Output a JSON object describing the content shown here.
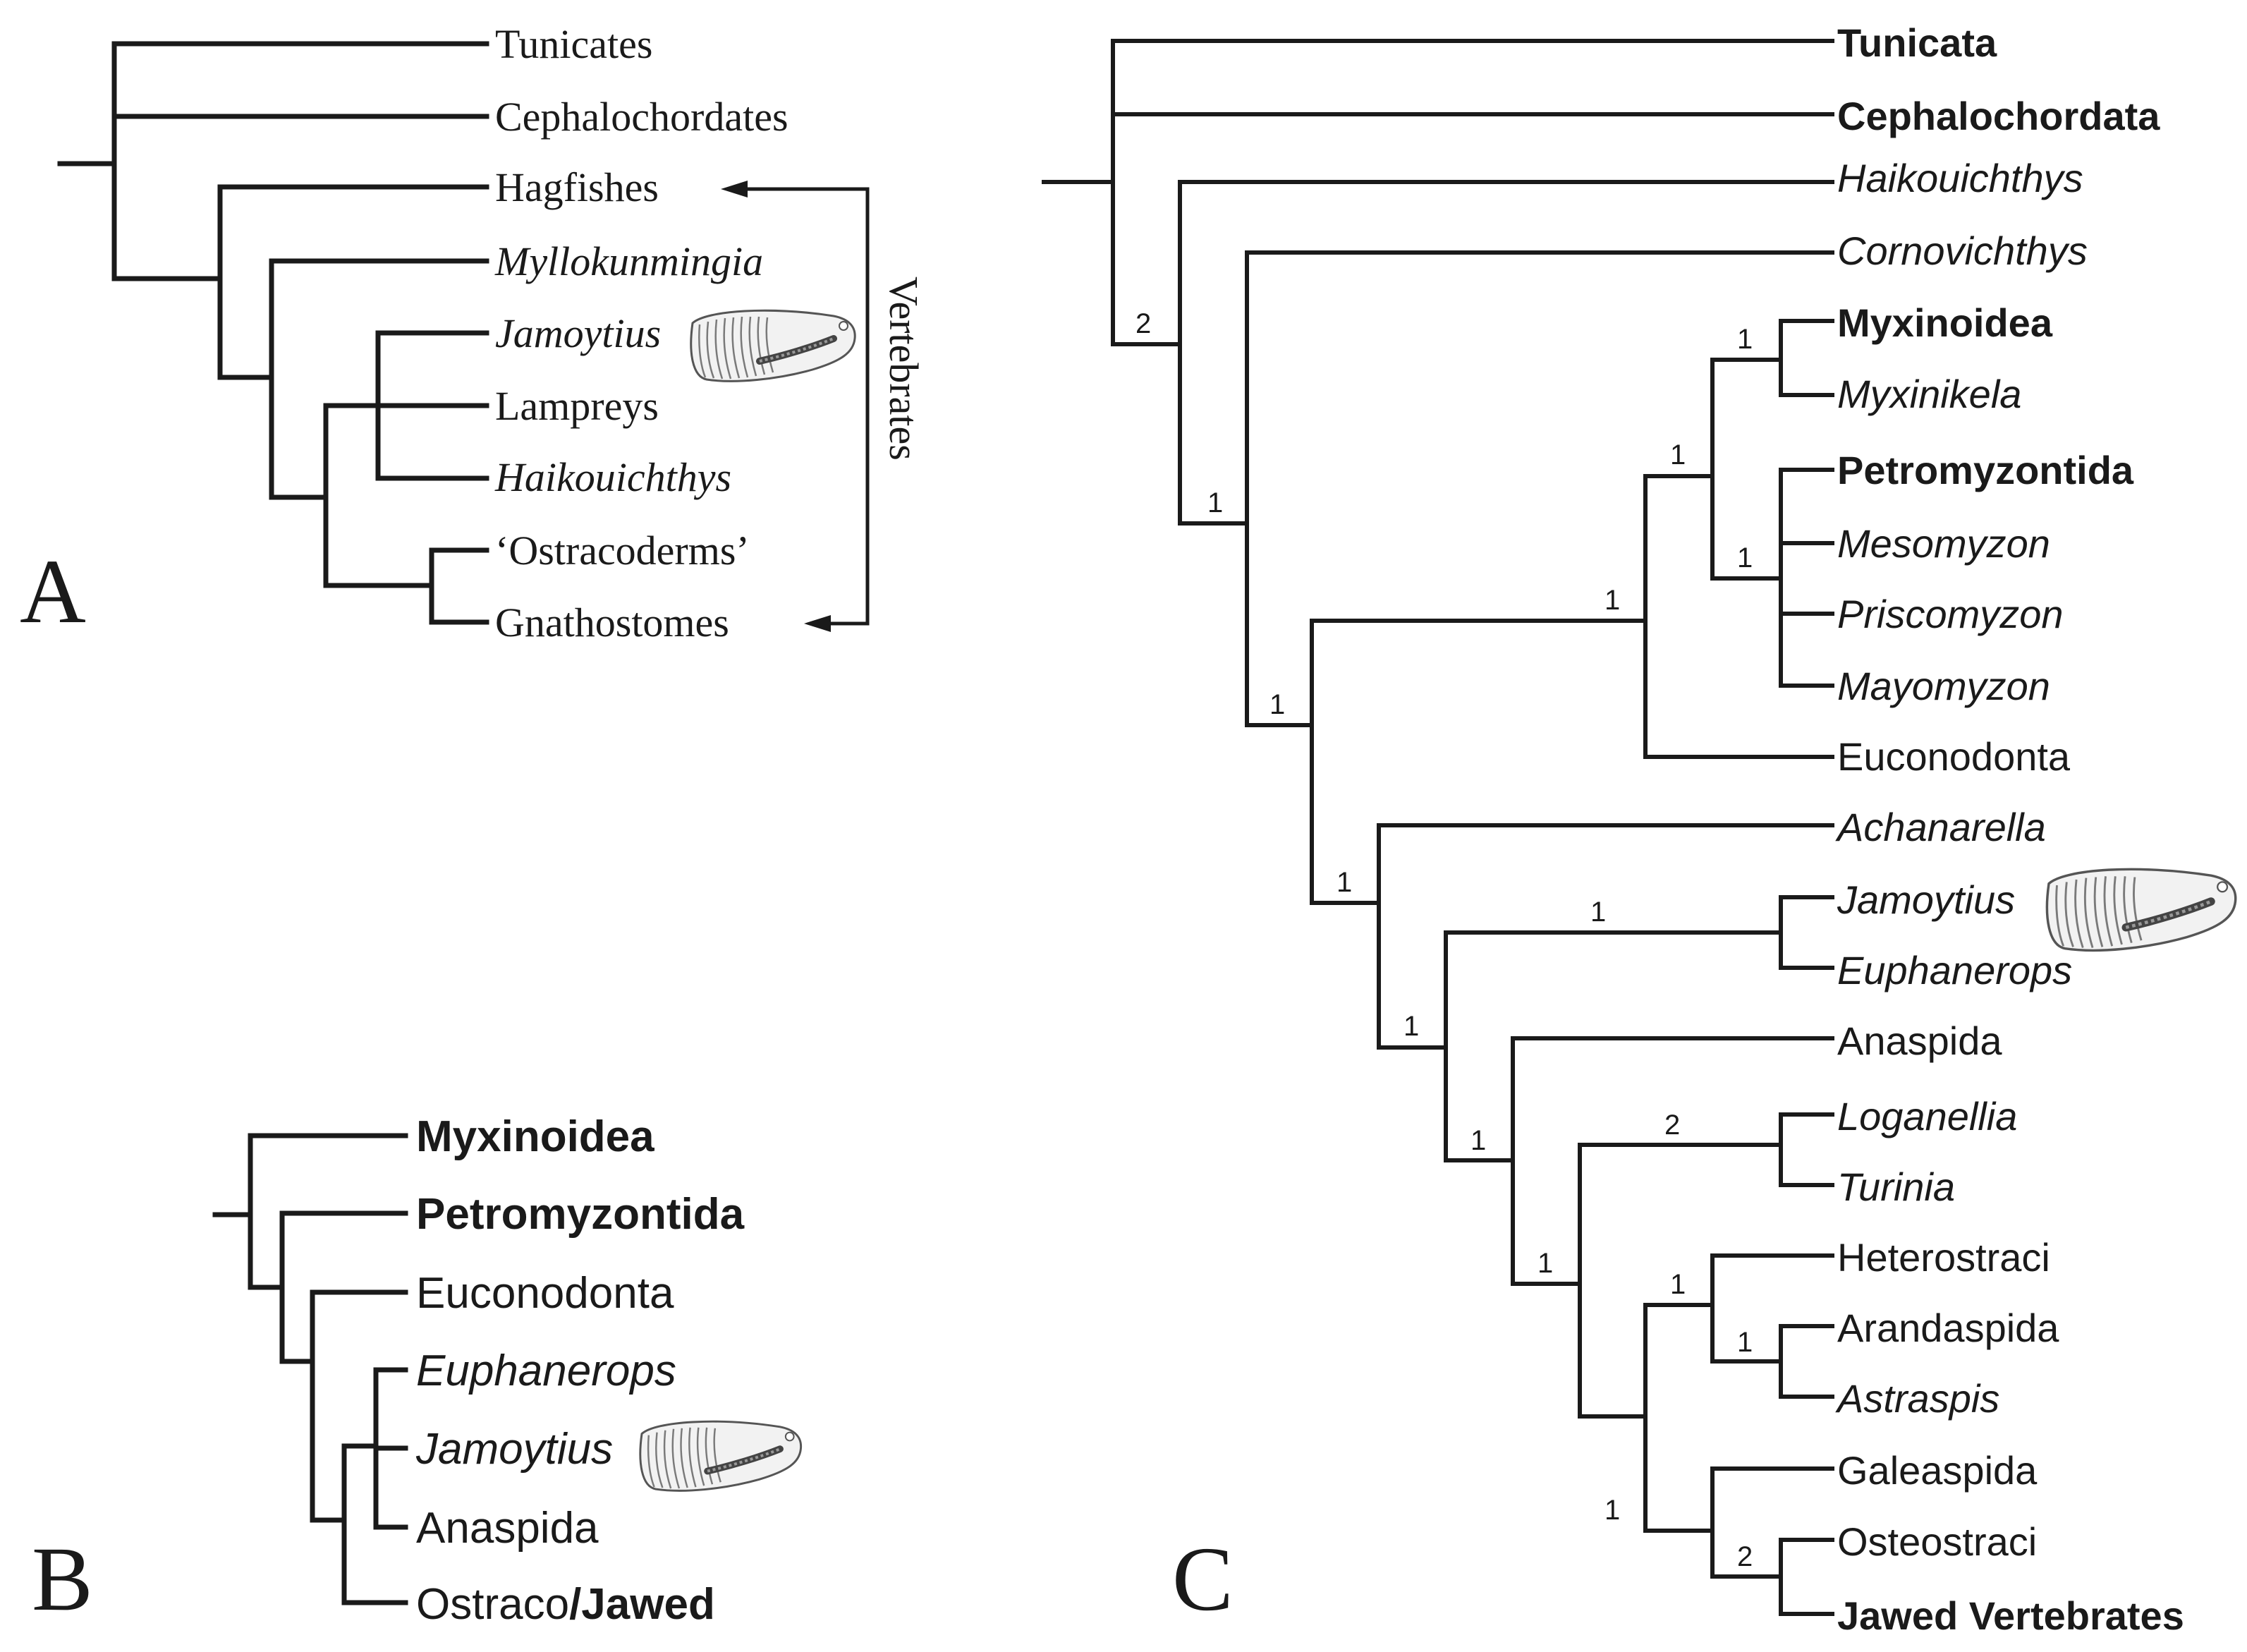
{
  "panels": {
    "A": {
      "letter": "A",
      "bracket_label": "Vertebrates",
      "taxa": {
        "tunicates": "Tunicates",
        "cephalochordates": "Cephalochordates",
        "hagfishes": "Hagfishes",
        "myllokunmingia": "Myllokunmingia",
        "jamoytius": "Jamoytius",
        "lampreys": "Lampreys",
        "haikouichthys": "Haikouichthys",
        "ostracoderms": "‘Ostracoderms’",
        "gnathostomes": "Gnathostomes"
      }
    },
    "B": {
      "letter": "B",
      "taxa": {
        "myxinoidea": "Myxinoidea",
        "petromyzontida": "Petromyzontida",
        "euconodonta": "Euconodonta",
        "euphanerops": "Euphanerops",
        "jamoytius": "Jamoytius",
        "anaspida": "Anaspida",
        "ostraco": "Ostraco",
        "jawed": "/Jawed"
      }
    },
    "C": {
      "letter": "C",
      "taxa": {
        "tunicata": "Tunicata",
        "cephalochordata": "Cephalochordata",
        "haikouichthys": "Haikouichthys",
        "cornovichthys": "Cornovichthys",
        "myxinoidea": "Myxinoidea",
        "myxinikela": "Myxinikela",
        "petromyzontida": "Petromyzontida",
        "mesomyzon": "Mesomyzon",
        "priscomyzon": "Priscomyzon",
        "mayomyzon": "Mayomyzon",
        "euconodonta": "Euconodonta",
        "achanarella": "Achanarella",
        "jamoytius": "Jamoytius",
        "euphanerops": "Euphanerops",
        "anaspida": "Anaspida",
        "loganellia": "Loganellia",
        "turinia": "Turinia",
        "heterostraci": "Heterostraci",
        "arandaspida": "Arandaspida",
        "astraspis": "Astraspis",
        "galeaspida": "Galeaspida",
        "osteostraci": "Osteostraci",
        "jawed_vertebrates": "Jawed Vertebrates"
      },
      "support": {
        "n_root": "2",
        "n_haiko": "1",
        "n_corno": "1",
        "n_cyclo": "1",
        "n_hag_lamp": "1",
        "n_myxin": "1",
        "n_petro": "1",
        "n_achan": "1",
        "n_jam_eup": "1",
        "n_ana": "1",
        "n_ana_rest": "1",
        "n_thelo": "2",
        "n_derm": "1",
        "n_ptero": "1",
        "n_arand": "1",
        "n_galeo": "1",
        "n_osteo": "2"
      }
    }
  },
  "icons": {
    "fossil": "jamoytius-fossil-icon"
  }
}
